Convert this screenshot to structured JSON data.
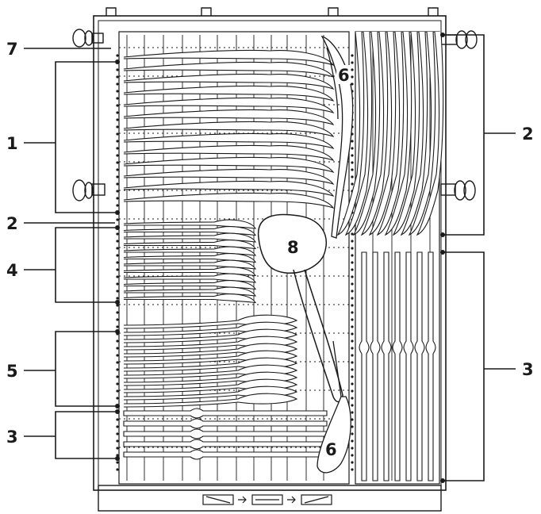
{
  "figure": {
    "type": "technical-line-drawing",
    "subject": "cutlery tray, top view",
    "stroke_color": "#1a1a1a",
    "background_color": "#ffffff"
  },
  "callouts": [
    {
      "id": "c1",
      "label": "1"
    },
    {
      "id": "c2-left",
      "label": "2"
    },
    {
      "id": "c2-right",
      "label": "2"
    },
    {
      "id": "c3-left",
      "label": "3"
    },
    {
      "id": "c3-right",
      "label": "3"
    },
    {
      "id": "c4",
      "label": "4"
    },
    {
      "id": "c5",
      "label": "5"
    },
    {
      "id": "c6-top",
      "label": "6"
    },
    {
      "id": "c6-bottom",
      "label": "6"
    },
    {
      "id": "c7",
      "label": "7"
    },
    {
      "id": "c8",
      "label": "8"
    }
  ],
  "loading_sequence_icons": [
    "tray-position-1-icon",
    "arrow-right-icon",
    "tray-position-2-icon",
    "arrow-right-icon",
    "tray-position-3-icon"
  ]
}
